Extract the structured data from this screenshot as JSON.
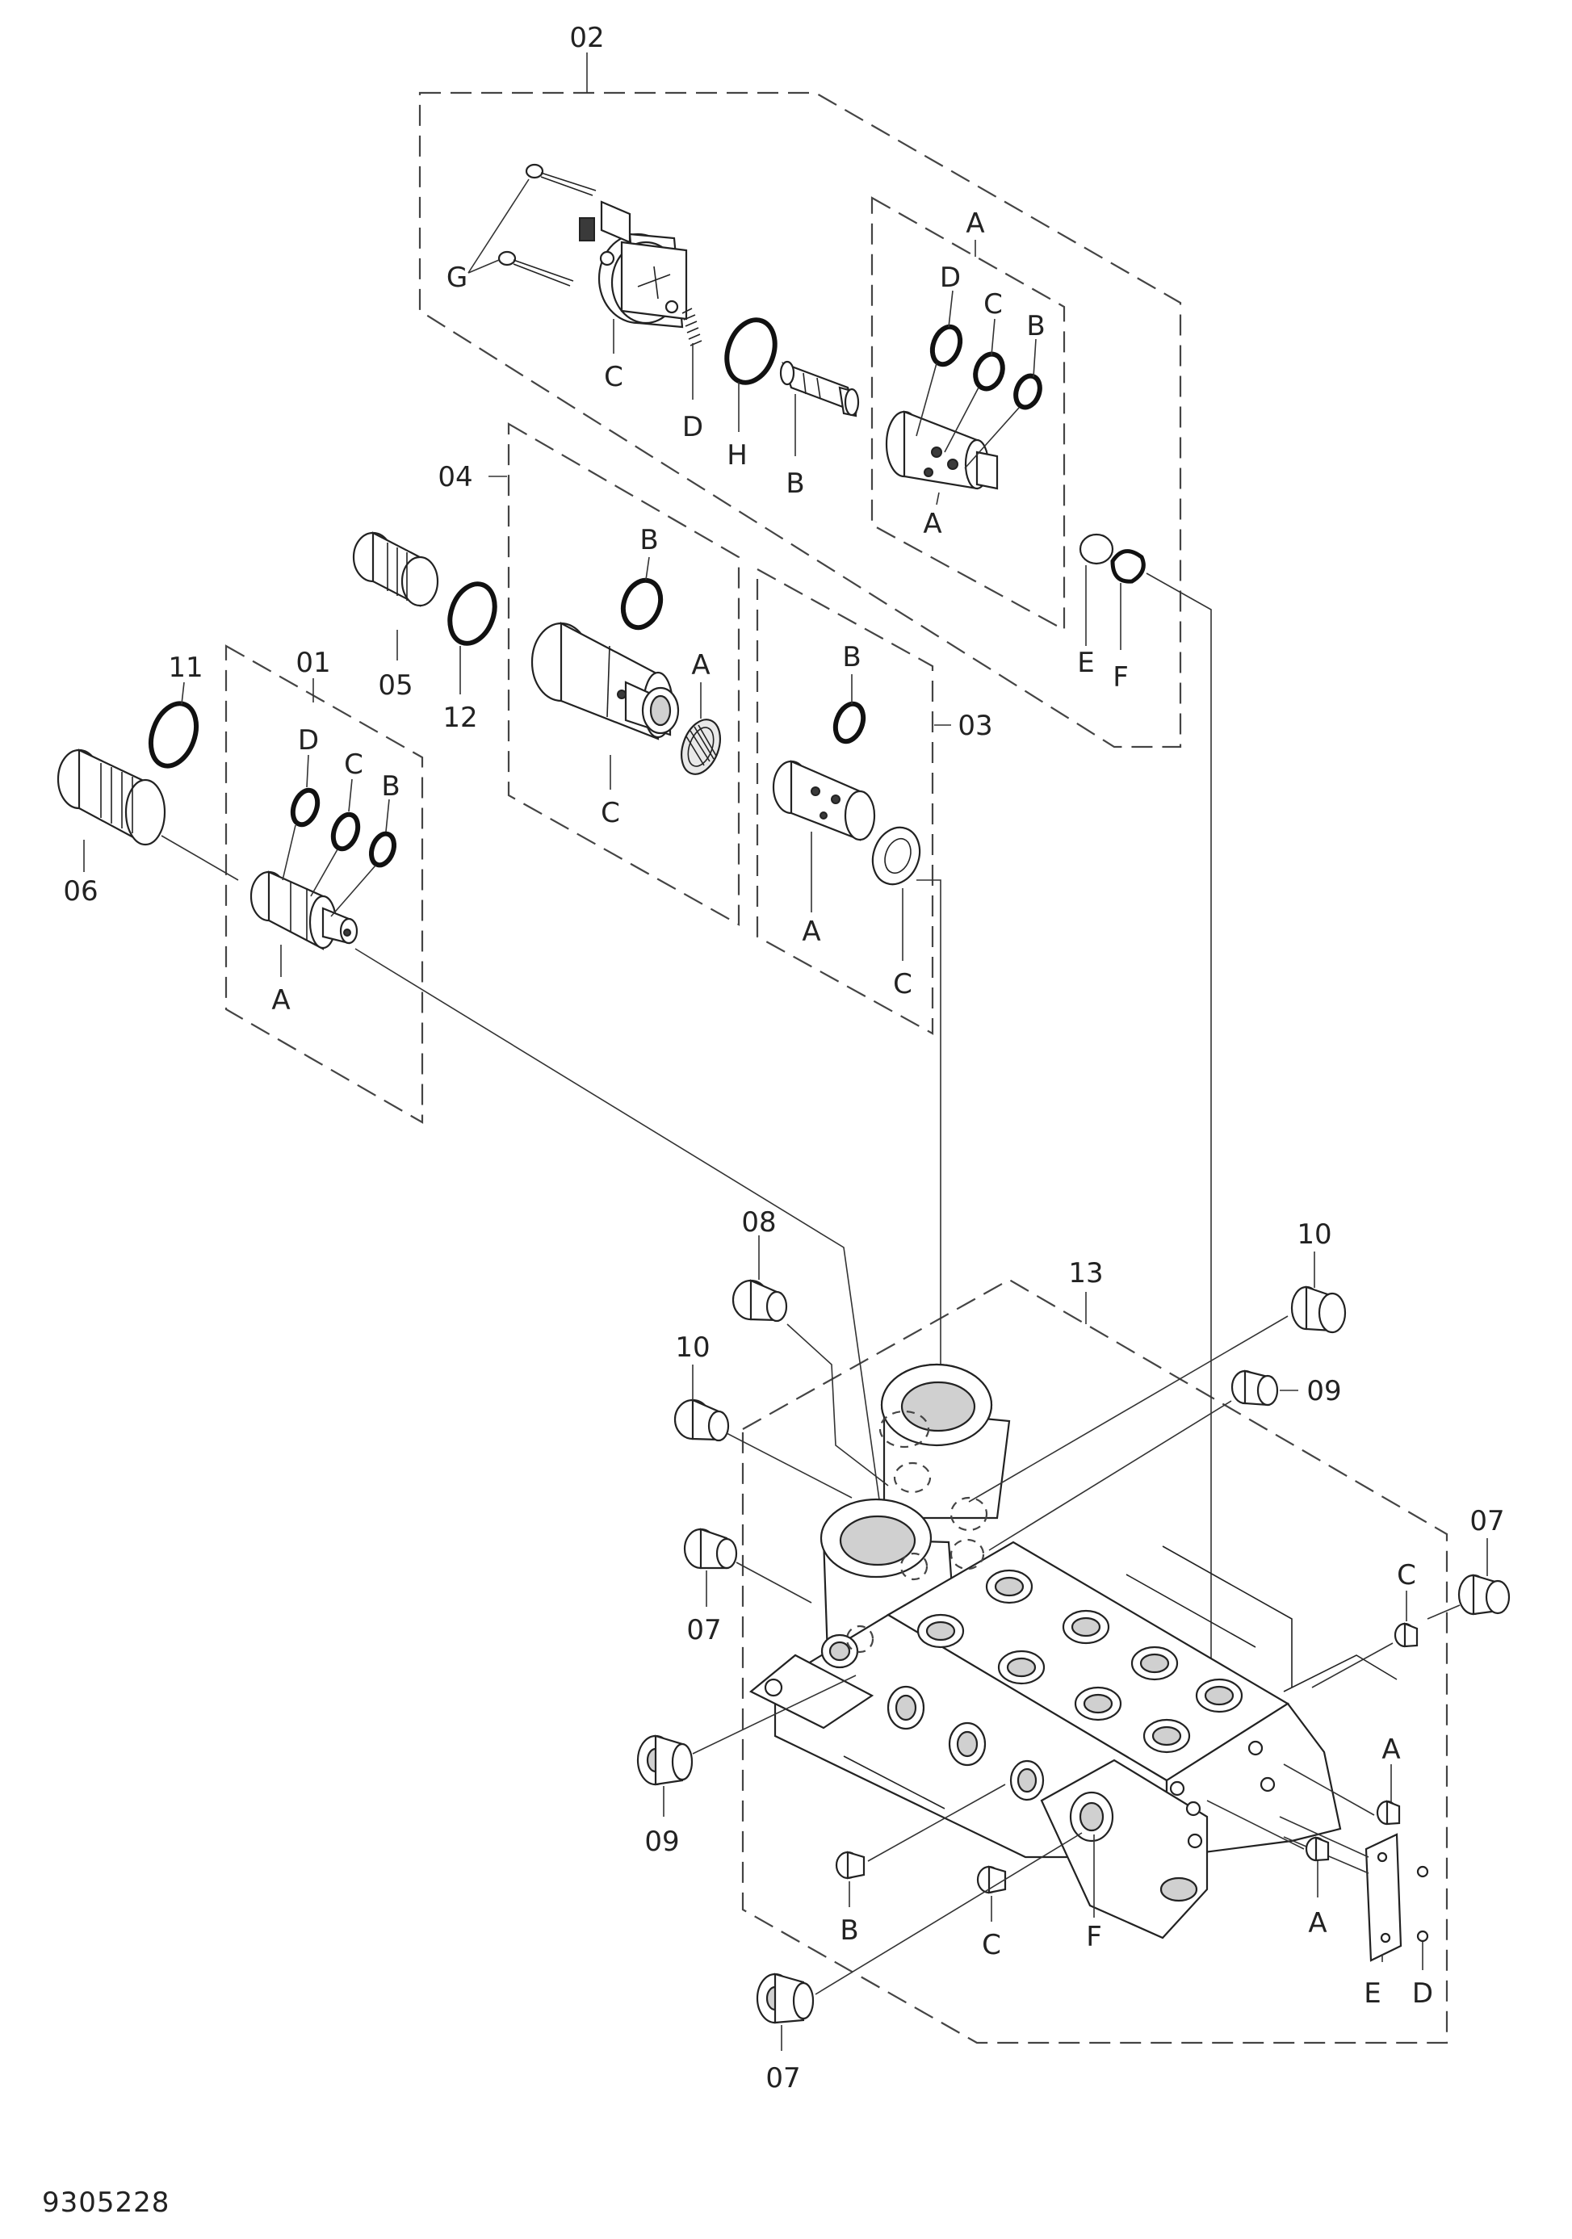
{
  "document": {
    "number": "9305228"
  },
  "groups": {
    "g01": "01",
    "g02": "02",
    "g03": "03",
    "g04": "04",
    "g13": "13"
  },
  "parts": {
    "p05": "05",
    "p06": "06",
    "p07": "07",
    "p08": "08",
    "p09": "09",
    "p10": "10",
    "p11": "11",
    "p12": "12"
  },
  "letters": {
    "A": "A",
    "B": "B",
    "C": "C",
    "D": "D",
    "E": "E",
    "F": "F",
    "G": "G",
    "H": "H"
  }
}
